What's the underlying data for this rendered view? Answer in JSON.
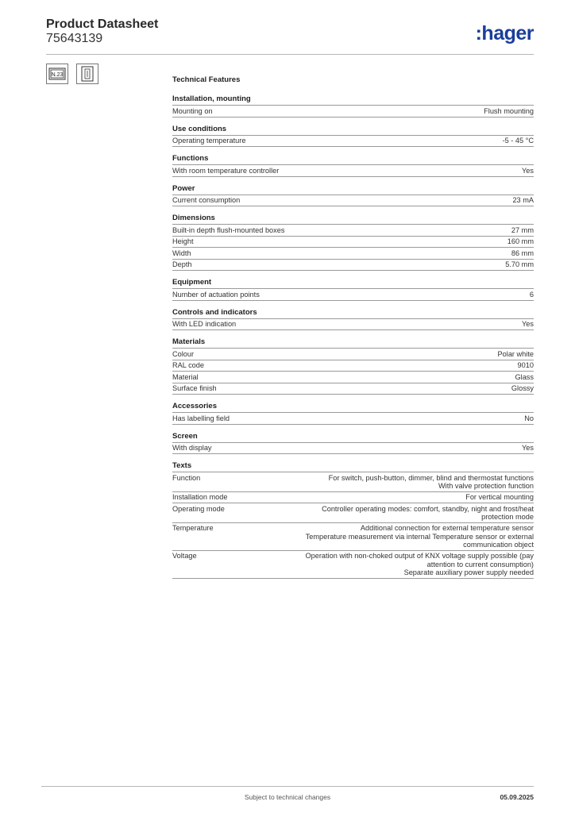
{
  "header": {
    "title": "Product Datasheet",
    "number": "75643139",
    "logo": ":hager",
    "logo_color": "#1a3e9a"
  },
  "icons": [
    "display-thermostat-icon",
    "flush-mount-device-icon"
  ],
  "icon_texts": [
    "N.23"
  ],
  "tech_title": "Technical Features",
  "sections": [
    {
      "title": "Installation, mounting",
      "rows": [
        {
          "label": "Mounting on",
          "value": "Flush mounting"
        }
      ]
    },
    {
      "title": "Use conditions",
      "rows": [
        {
          "label": "Operating temperature",
          "value": "-5 - 45 °C"
        }
      ]
    },
    {
      "title": "Functions",
      "rows": [
        {
          "label": "With room temperature controller",
          "value": "Yes"
        }
      ]
    },
    {
      "title": "Power",
      "rows": [
        {
          "label": "Current consumption",
          "value": "23 mA"
        }
      ]
    },
    {
      "title": "Dimensions",
      "rows": [
        {
          "label": "Built-in depth flush-mounted boxes",
          "value": "27 mm"
        },
        {
          "label": "Height",
          "value": "160 mm"
        },
        {
          "label": "Width",
          "value": "86 mm"
        },
        {
          "label": "Depth",
          "value": "5.70 mm"
        }
      ]
    },
    {
      "title": "Equipment",
      "rows": [
        {
          "label": "Number of actuation points",
          "value": "6"
        }
      ]
    },
    {
      "title": "Controls and indicators",
      "rows": [
        {
          "label": "With LED indication",
          "value": "Yes"
        }
      ]
    },
    {
      "title": "Materials",
      "rows": [
        {
          "label": "Colour",
          "value": "Polar white"
        },
        {
          "label": "RAL code",
          "value": "9010"
        },
        {
          "label": "Material",
          "value": "Glass"
        },
        {
          "label": "Surface finish",
          "value": "Glossy"
        }
      ]
    },
    {
      "title": "Accessories",
      "rows": [
        {
          "label": "Has labelling field",
          "value": "No"
        }
      ]
    },
    {
      "title": "Screen",
      "rows": [
        {
          "label": "With display",
          "value": "Yes"
        }
      ]
    },
    {
      "title": "Texts",
      "rows": [
        {
          "label": "Function",
          "value": "For switch, push-button, dimmer, blind and thermostat functions\nWith valve protection function"
        },
        {
          "label": "Installation mode",
          "value": "For vertical mounting"
        },
        {
          "label": "Operating mode",
          "value": "Controller operating modes: comfort, standby, night and frost/heat\nprotection mode"
        },
        {
          "label": "Temperature",
          "value": "Additional connection for external temperature sensor\nTemperature measurement via internal Temperature sensor or external\ncommunication object"
        },
        {
          "label": "Voltage",
          "value": "Operation with non-choked output of KNX voltage supply possible (pay\nattention to current consumption)\nSeparate auxiliary power supply needed"
        }
      ]
    }
  ],
  "footer": {
    "note": "Subject to technical changes",
    "date": "05.09.2025"
  }
}
